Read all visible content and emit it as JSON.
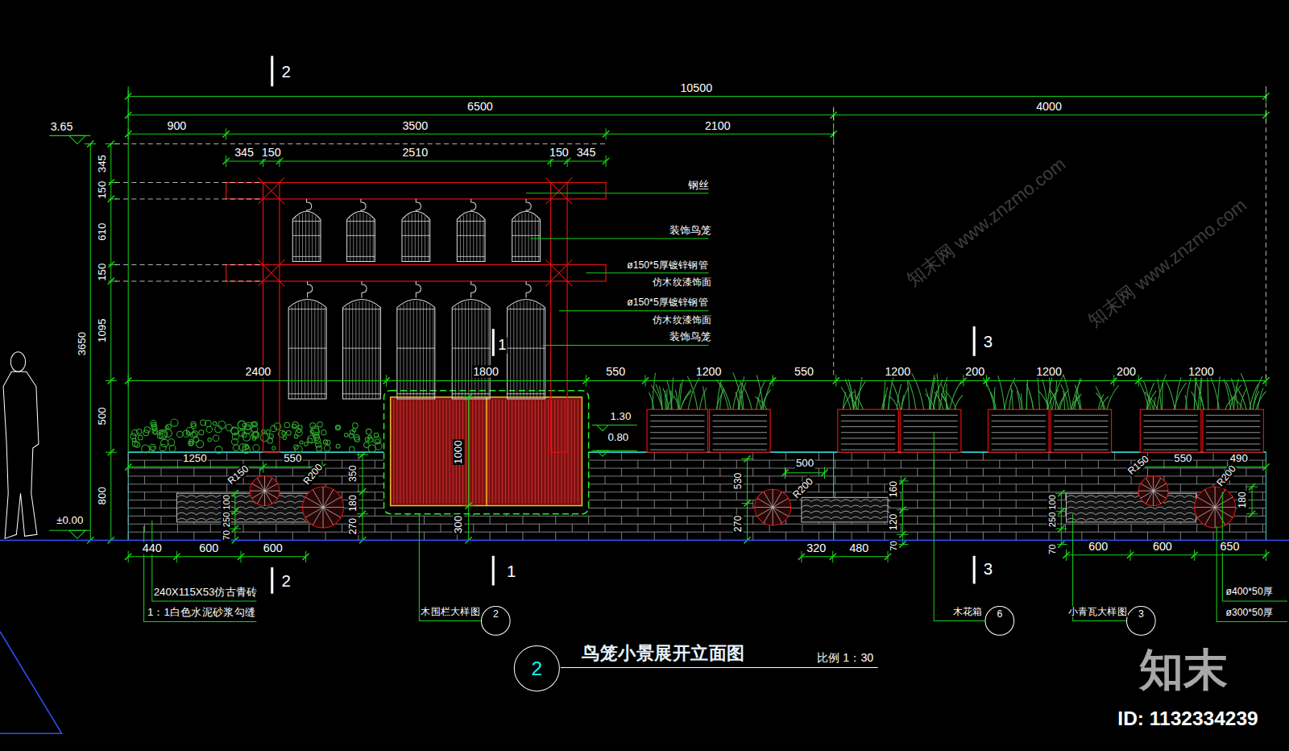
{
  "diagram": {
    "title": "鸟笼小景展开立面图",
    "nodes": [
      {
        "text": [
          "2"
        ]
      },
      {
        "text": [
          "2"
        ]
      },
      {
        "text": [
          "6"
        ]
      },
      {
        "text": [
          "3"
        ]
      }
    ],
    "labels": [
      "2",
      "10500",
      "6500",
      "4000",
      "900",
      "3500",
      "2100",
      "345",
      "150",
      "2510",
      "150",
      "345",
      "3.65",
      "钢丝",
      "装饰鸟笼",
      "ø150*5厚镀锌钢管",
      "仿木纹漆饰面",
      "ø150*5厚镀锌钢管",
      "仿木纹漆饰面",
      "装饰鸟笼",
      "345",
      "150",
      "610",
      "150",
      "1095",
      "3650",
      "500",
      "800",
      "±0.00",
      "2400",
      "1800",
      "550",
      "1200",
      "550",
      "1200",
      "200",
      "1200",
      "200",
      "1200",
      "1",
      "3",
      "1.30",
      "0.80",
      "1000",
      "300",
      "1250",
      "550",
      "R150",
      "R200",
      "350",
      "180",
      "270",
      "100",
      "250",
      "70",
      "530",
      "270",
      "500",
      "R200",
      "160",
      "120",
      "70",
      "R150",
      "550",
      "490",
      "R200",
      "180",
      "100",
      "250",
      "70",
      "440",
      "600",
      "600",
      "320",
      "480",
      "600",
      "600",
      "650",
      "2",
      "1",
      "3",
      "240X115X53仿古青砖",
      "1：1白色水泥砂浆勾缝",
      "木围栏大样图",
      "木花箱",
      "小青瓦大样图",
      "ø400*50厚",
      "ø300*50厚",
      "比例 1：30",
      "知末",
      "ID: 1132334239",
      "知末网 www.znzmo.com",
      "知末网 www.znzmo.com"
    ]
  }
}
